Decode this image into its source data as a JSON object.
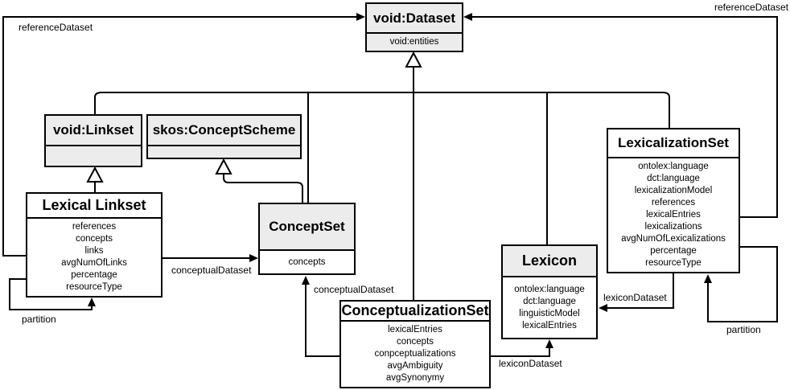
{
  "diagram": {
    "classes": {
      "void_dataset": {
        "name": "void:Dataset",
        "attributes": [
          "void:entities"
        ]
      },
      "void_linkset": {
        "name": "void:Linkset",
        "attributes": []
      },
      "skos_conceptscheme": {
        "name": "skos:ConceptScheme",
        "attributes": []
      },
      "lexical_linkset": {
        "name": "Lexical Linkset",
        "attributes": [
          "references",
          "concepts",
          "links",
          "avgNumOfLinks",
          "percentage",
          "resourceType"
        ]
      },
      "conceptset": {
        "name": "ConceptSet",
        "attributes": [
          "concepts"
        ]
      },
      "conceptualizationset": {
        "name": "ConceptualizationSet",
        "attributes": [
          "lexicalEntries",
          "concepts",
          "conpceptualizations",
          "avgAmbiguity",
          "avgSynonymy"
        ]
      },
      "lexicon": {
        "name": "Lexicon",
        "attributes": [
          "ontolex:language",
          "dct:language",
          "linguisticModel",
          "lexicalEntries"
        ]
      },
      "lexicalizationset": {
        "name": "LexicalizationSet",
        "attributes": [
          "ontolex:language",
          "dct:language",
          "lexicalizationModel",
          "references",
          "lexicalEntries",
          "lexicalizations",
          "avgNumOfLexicalizations",
          "percentage",
          "resourceType"
        ]
      }
    },
    "edge_labels": {
      "reference_dataset_left": "referenceDataset",
      "reference_dataset_right": "referenceDataset",
      "conceptual_dataset_left": "conceptualDataset",
      "conceptual_dataset_mid": "conceptualDataset",
      "lexicon_dataset_right": "lexiconDataset",
      "lexicon_dataset_bottom": "lexiconDataset",
      "partition_left": "partition",
      "partition_right": "partition"
    },
    "colors": {
      "header_fill": "#ececec",
      "box_fill": "#ffffff",
      "line": "#000000"
    }
  }
}
